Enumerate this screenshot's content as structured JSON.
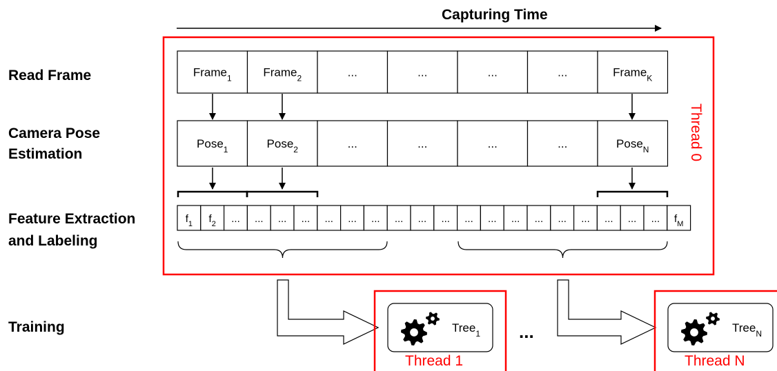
{
  "title": "Capturing Time",
  "rows": {
    "read_frame": "Read Frame",
    "pose_line1": "Camera Pose",
    "pose_line2": "Estimation",
    "feature_line1": "Feature Extraction",
    "feature_line2": "and Labeling",
    "training": "Training"
  },
  "frames": [
    {
      "base": "Frame",
      "sub": "1"
    },
    {
      "base": "Frame",
      "sub": "2"
    },
    {
      "base": "...",
      "sub": ""
    },
    {
      "base": "...",
      "sub": ""
    },
    {
      "base": "...",
      "sub": ""
    },
    {
      "base": "...",
      "sub": ""
    },
    {
      "base": "Frame",
      "sub": "K"
    }
  ],
  "poses": [
    {
      "base": "Pose",
      "sub": "1"
    },
    {
      "base": "Pose",
      "sub": "2"
    },
    {
      "base": "...",
      "sub": ""
    },
    {
      "base": "...",
      "sub": ""
    },
    {
      "base": "...",
      "sub": ""
    },
    {
      "base": "...",
      "sub": ""
    },
    {
      "base": "Pose",
      "sub": "N"
    }
  ],
  "features": [
    {
      "base": "f",
      "sub": "1"
    },
    {
      "base": "f",
      "sub": "2"
    },
    {
      "base": "...",
      "sub": ""
    },
    {
      "base": "...",
      "sub": ""
    },
    {
      "base": "...",
      "sub": ""
    },
    {
      "base": "...",
      "sub": ""
    },
    {
      "base": "...",
      "sub": ""
    },
    {
      "base": "...",
      "sub": ""
    },
    {
      "base": "...",
      "sub": ""
    },
    {
      "base": "...",
      "sub": ""
    },
    {
      "base": "...",
      "sub": ""
    },
    {
      "base": "...",
      "sub": ""
    },
    {
      "base": "...",
      "sub": ""
    },
    {
      "base": "...",
      "sub": ""
    },
    {
      "base": "...",
      "sub": ""
    },
    {
      "base": "...",
      "sub": ""
    },
    {
      "base": "...",
      "sub": ""
    },
    {
      "base": "...",
      "sub": ""
    },
    {
      "base": "...",
      "sub": ""
    },
    {
      "base": "...",
      "sub": ""
    },
    {
      "base": "...",
      "sub": ""
    },
    {
      "base": "f",
      "sub": "M"
    }
  ],
  "threads": {
    "main": "Thread 0",
    "first": "Thread 1",
    "last": "Thread N"
  },
  "trees": [
    {
      "base": "Tree",
      "sub": "1"
    },
    {
      "base": "Tree",
      "sub": "N"
    }
  ],
  "between_trees": "...",
  "colors": {
    "thread": "#ff0000",
    "line": "#000000"
  },
  "icons": [
    "arrow-right-icon",
    "gears-icon",
    "brace-icon",
    "hollow-arrow-icon"
  ]
}
